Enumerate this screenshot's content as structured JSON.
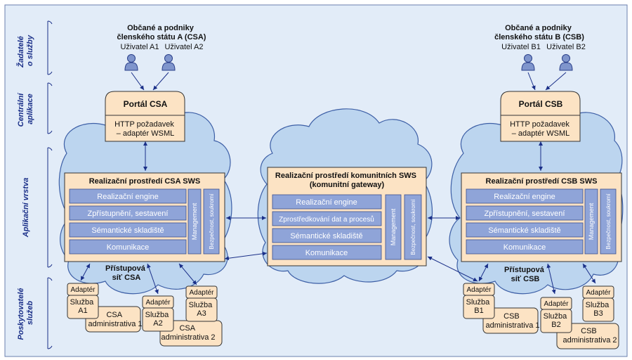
{
  "sidebar": {
    "requesters": [
      "Žadatelé",
      "o služby"
    ],
    "central_apps": [
      "Centrální",
      "aplikace"
    ],
    "app_layer": "Aplikační vrstva",
    "providers": [
      "Poskytovatelé",
      "služeb"
    ]
  },
  "left": {
    "citizens": [
      "Občané a podniky",
      "členského státu A (CSA)"
    ],
    "user1": "Uživatel A1",
    "user2": "Uživatel A2",
    "portal_title": "Portál CSA",
    "portal_sub": [
      "HTTP požadavek",
      "– adaptér WSML"
    ],
    "env_title": "Realizační prostředí CSA SWS",
    "layers": [
      "Realizační engine",
      "Zpřístupnění, sestavení",
      "Sémantické skladiště",
      "Komunikace"
    ],
    "management": "Management",
    "security": "Bezpečnost, soukromí",
    "access_net": [
      "Přístupová",
      "síť CSA"
    ],
    "adapter": "Adaptér",
    "service1": [
      "Služba",
      "A1"
    ],
    "service2": [
      "Služba",
      "A2"
    ],
    "service3": [
      "Služba",
      "A3"
    ],
    "admin1": [
      "CSA",
      "administrativa 1"
    ],
    "admin2": [
      "CSA",
      "administrativa 2"
    ]
  },
  "center": {
    "env_title": [
      "Realizační prostředí komunitních SWS",
      "(komunitní gateway)"
    ],
    "layers": [
      "Realizační engine",
      "Zprostředkování dat a procesů",
      "Sémantické skladiště",
      "Komunikace"
    ],
    "management": "Management",
    "security": "Bezpečnost, soukromí"
  },
  "right": {
    "citizens": [
      "Občané a podniky",
      "členského státu B (CSB)"
    ],
    "user1": "Uživatel B1",
    "user2": "Uživatel B2",
    "portal_title": "Portál CSB",
    "portal_sub": [
      "HTTP požadavek",
      "– adaptér WSML"
    ],
    "env_title": "Realizační prostředí CSB SWS",
    "layers": [
      "Realizační engine",
      "Zpřístupnění, sestavení",
      "Sémantické skladiště",
      "Komunikace"
    ],
    "management": "Management",
    "security": "Bezpečnost, soukromí",
    "access_net": [
      "Přístupová",
      "síť CSB"
    ],
    "adapter": "Adaptér",
    "service1": [
      "Služba",
      "B1"
    ],
    "service2": [
      "Služba",
      "B2"
    ],
    "service3": [
      "Služba",
      "B3"
    ],
    "admin1": [
      "CSB",
      "administrativa 1"
    ],
    "admin2": [
      "CSB",
      "administrativa 2"
    ]
  },
  "colors": {
    "background": "#e2ecf8",
    "cloud": "#bcd5ef",
    "cloud_edge": "#3d5fa6",
    "box": "#fce3c4",
    "layer": "#8fa4d8",
    "line": "#1a2f88"
  }
}
